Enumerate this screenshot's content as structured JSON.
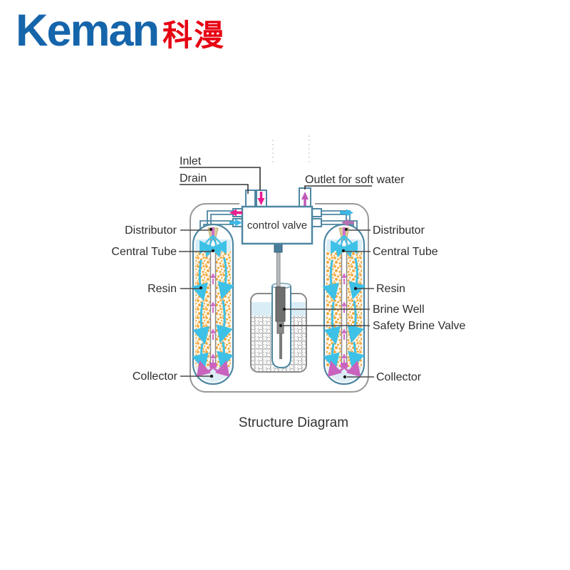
{
  "logo": {
    "latin": "Keman",
    "cjk": "科漫"
  },
  "diagram": {
    "caption": "Structure Diagram",
    "valve_label": "control valve",
    "labels": {
      "inlet": "Inlet",
      "drain": "Drain",
      "outlet": "Outlet for soft water",
      "distributor_left": "Distributor",
      "distributor_right": "Distributor",
      "central_tube_left": "Central Tube",
      "central_tube_right": "Central Tube",
      "resin_left": "Resin",
      "resin_right": "Resin",
      "brine_well": "Brine Well",
      "safety_brine_valve": "Safety Brine Valve",
      "collector_left": "Collector",
      "collector_right": "Collector"
    },
    "colors": {
      "logo_blue": "#1565ab",
      "logo_red": "#e60012",
      "pipe_blue": "#4e87a2",
      "boundary_gray": "#9a9a9a",
      "resin_orange": "#f2a439",
      "water_blue": "#d9edf6",
      "arrow_cyan": "#3ec1e6",
      "arrow_magenta": "#ea1c8e",
      "arrow_purple": "#b671b1",
      "collector_pink": "#c963be"
    }
  }
}
